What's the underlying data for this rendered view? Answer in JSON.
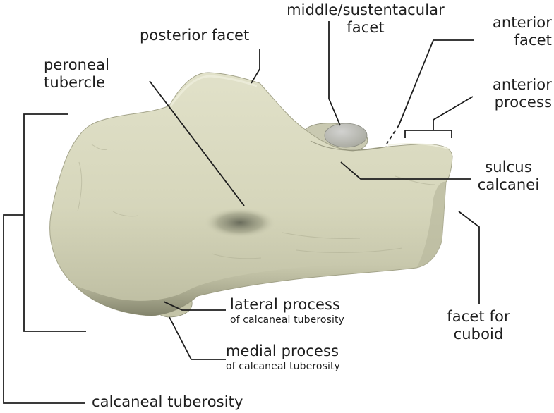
{
  "figure": {
    "bone_color": "#d8d8bd",
    "bone_shadow_color": "#4f5140",
    "line_color": "#1e1e1e",
    "background": "#ffffff"
  },
  "labels": {
    "posterior_facet": "posterior facet",
    "middle_sustentacular_facet_line1": "middle/sustentacular",
    "middle_sustentacular_facet_line2": "facet",
    "anterior_facet_line1": "anterior",
    "anterior_facet_line2": "facet",
    "anterior_process_line1": "anterior",
    "anterior_process_line2": "process",
    "peroneal_tubercle_line1": "peroneal",
    "peroneal_tubercle_line2": "tubercle",
    "sulcus_calcanei_line1": "sulcus",
    "sulcus_calcanei_line2": "calcanei",
    "lateral_process": "lateral process",
    "lateral_process_sub": "of calcaneal tuberosity",
    "medial_process": "medial process",
    "medial_process_sub": "of calcaneal tuberosity",
    "facet_for_cuboid_line1": "facet for",
    "facet_for_cuboid_line2": "cuboid",
    "calcaneal_tuberosity": "calcaneal tuberosity"
  }
}
